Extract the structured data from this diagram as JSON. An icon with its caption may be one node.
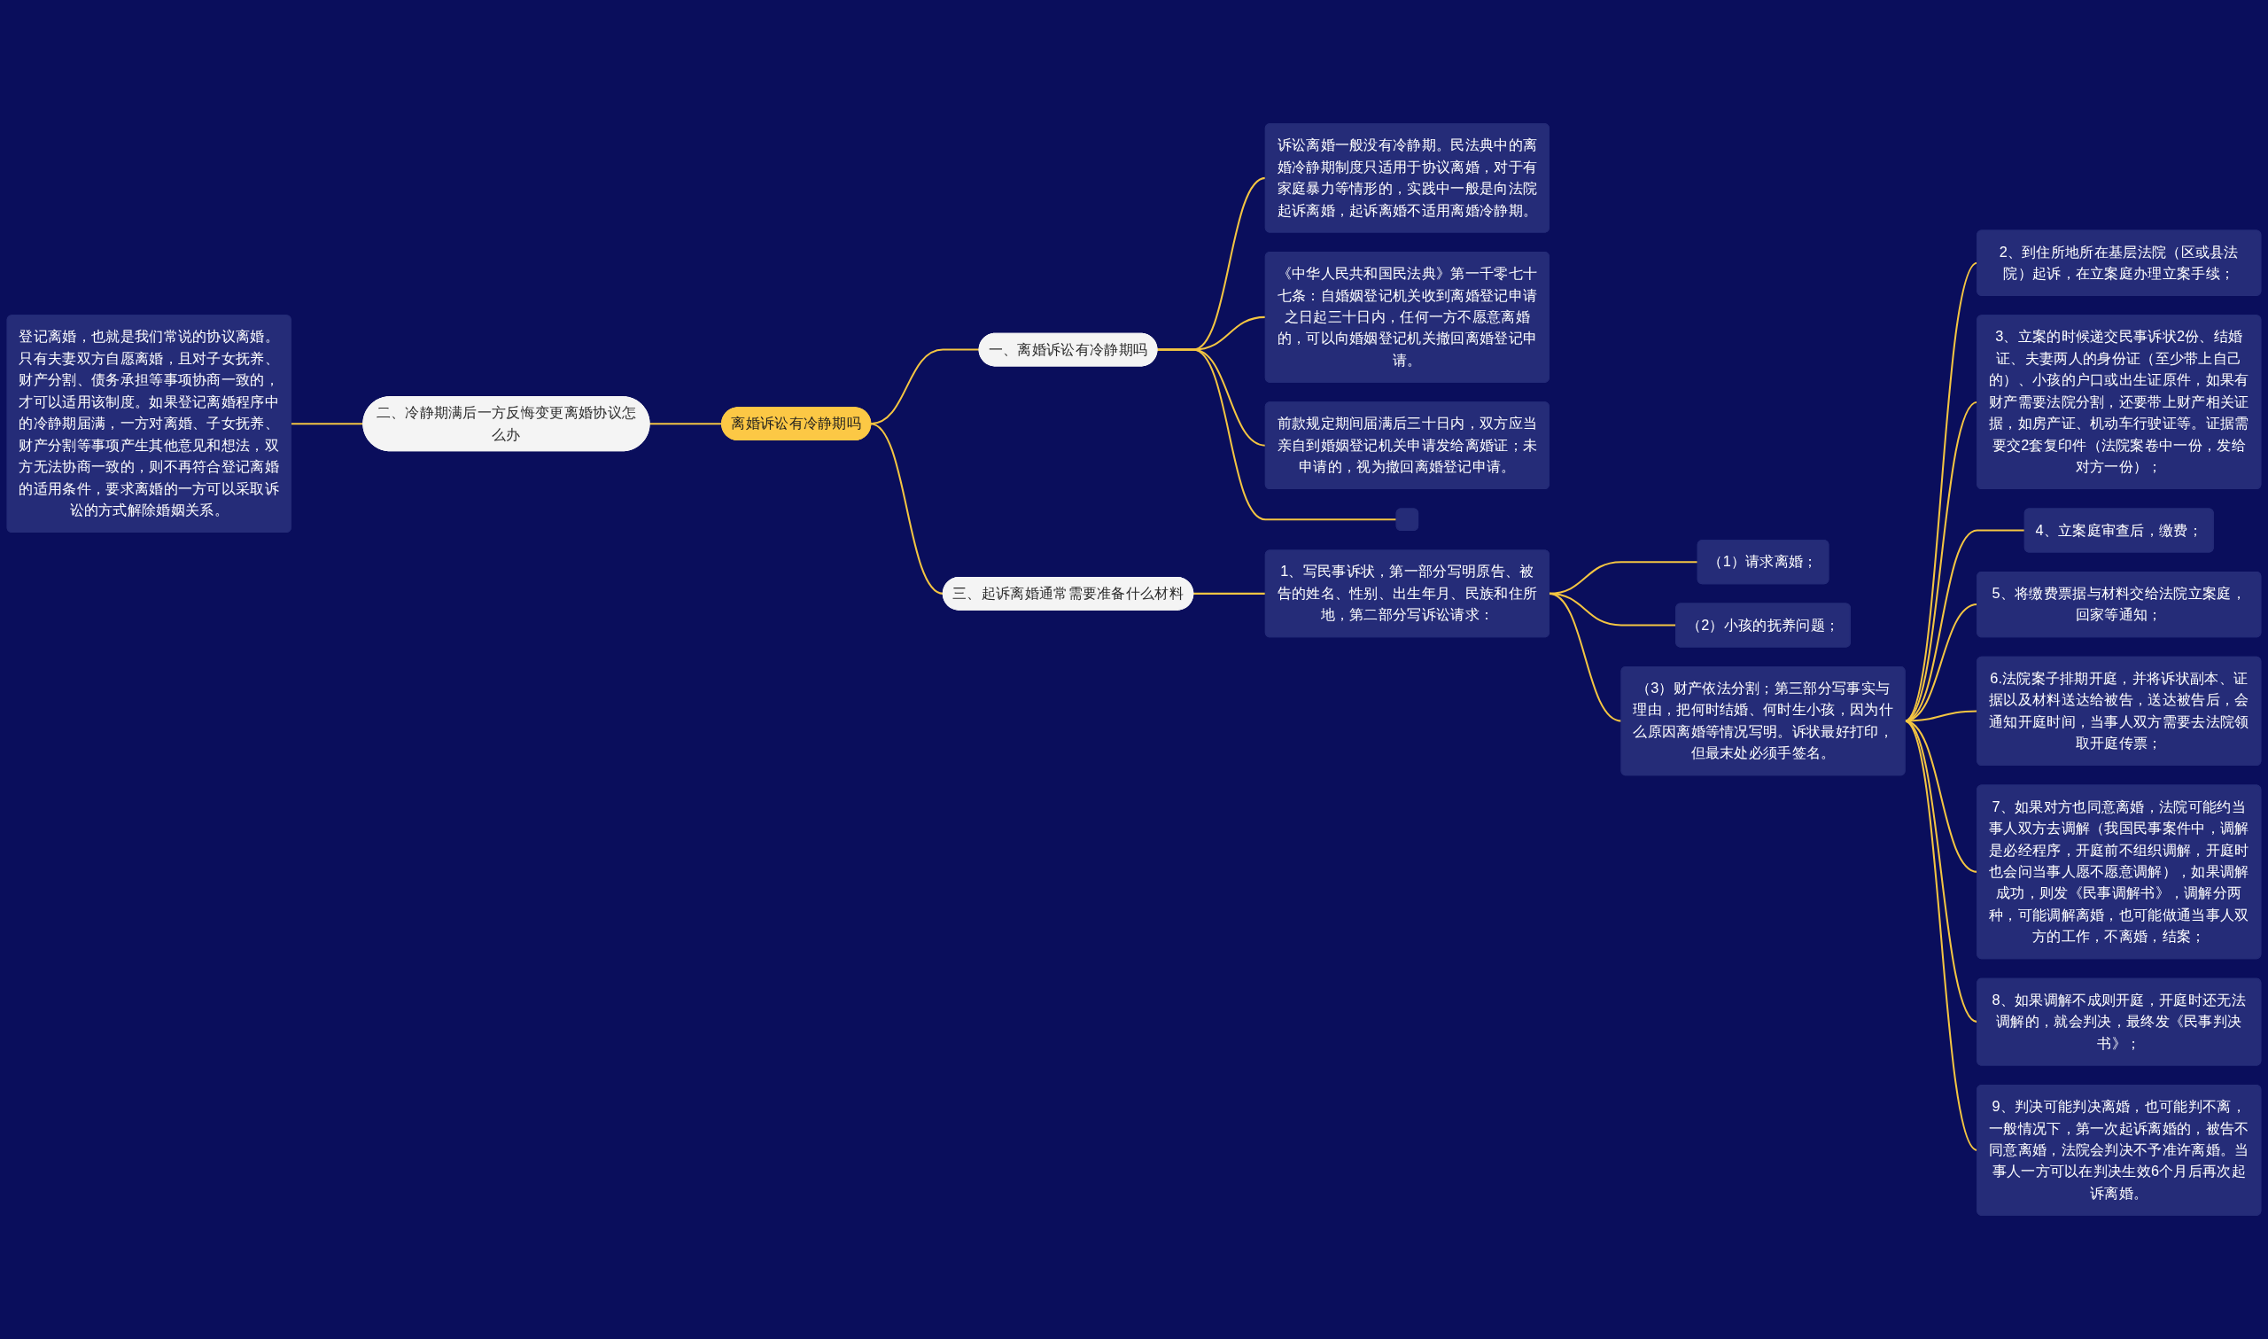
{
  "diagram": {
    "nodes": [
      {
        "text": [
          "离婚诉讼有冷静期吗"
        ]
      },
      {
        "text": [
          "一、离婚诉讼有冷静期吗"
        ]
      },
      {
        "text": [
          "诉讼离婚一般没有冷静期。民法典中的离婚冷静期制度只适用于协议离婚，对于有家庭暴力等情形的，实践中一般是向法院起诉离婚，起诉离婚不适用离婚冷静期。"
        ]
      },
      {
        "text": [
          "《中华人民共和国民法典》第一千零七十七条：自婚姻登记机关收到离婚登记申请之日起三十日内，任何一方不愿意离婚的，可以向婚姻登记机关撤回离婚登记申请。"
        ]
      },
      {
        "text": [
          "前款规定期间届满后三十日内，双方应当亲自到婚姻登记机关申请发给离婚证；未申请的，视为撤回离婚登记申请。"
        ]
      },
      {
        "text": [],
        "shape": "box"
      },
      {
        "text": [
          "二、冷静期满后一方反悔变更离婚协议怎么办"
        ]
      },
      {
        "text": [
          "登记离婚，也就是我们常说的协议离婚。只有夫妻双方自愿离婚，且对子女抚养、财产分割、债务承担等事项协商一致的，才可以适用该制度。如果登记离婚程序中的冷静期届满，一方对离婚、子女抚养、财产分割等事项产生其他意见和想法，双方无法协商一致的，则不再符合登记离婚的适用条件，要求离婚的一方可以采取诉讼的方式解除婚姻关系。"
        ]
      },
      {
        "text": [
          "三、起诉离婚通常需要准备什么材料"
        ]
      },
      {
        "text": [
          "1、写民事诉状，第一部分写明原告、被告的姓名、性别、出生年月、民族和住所地，第二部分写诉讼请求："
        ]
      },
      {
        "text": [
          "（1）请求离婚；"
        ]
      },
      {
        "text": [
          "（2）小孩的抚养问题；"
        ]
      },
      {
        "text": [
          "（3）财产依法分割；第三部分写事实与理由，把何时结婚、何时生小孩，因为什么原因离婚等情况写明。诉状最好打印，但最末处必须手签名。"
        ]
      },
      {
        "text": [
          "2、到住所地所在基层法院（区或县法院）起诉，在立案庭办理立案手续；"
        ]
      },
      {
        "text": [
          "3、立案的时候递交民事诉状2份、结婚证、夫妻两人的身份证（至少带上自己的）、小孩的户口或出生证原件，如果有财产需要法院分割，还要带上财产相关证据，如房产证、机动车行驶证等。证据需要交2套复印件（法院案卷中一份，发给对方一份）；"
        ]
      },
      {
        "text": [
          "4、立案庭审查后，缴费；"
        ]
      },
      {
        "text": [
          "5、将缴费票据与材料交给法院立案庭，回家等通知；"
        ]
      },
      {
        "text": [
          "6.法院案子排期开庭，并将诉状副本、证据以及材料送达给被告，送达被告后，会通知开庭时间，当事人双方需要去法院领取开庭传票；"
        ]
      },
      {
        "text": [
          "7、如果对方也同意离婚，法院可能约当事人双方去调解（我国民事案件中，调解是必经程序，开庭前不组织调解，开庭时也会问当事人愿不愿意调解），如果调解成功，则发《民事调解书》，调解分两种，可能调解离婚，也可能做通当事人双方的工作，不离婚，结案；"
        ]
      },
      {
        "text": [
          "8、如果调解不成则开庭，开庭时还无法调解的，就会判决，最终发《民事判决书》；"
        ]
      },
      {
        "text": [
          "9、判决可能判决离婚，也可能判不离，一般情况下，第一次起诉离婚的，被告不同意离婚，法院会判决不予准许离婚。当事人一方可以在判决生效6个月后再次起诉离婚。"
        ]
      }
    ],
    "edges": [
      {
        "from": 0,
        "to": 1,
        "arrow": "none"
      },
      {
        "from": 1,
        "to": 2,
        "arrow": "none"
      },
      {
        "from": 1,
        "to": 3,
        "arrow": "none"
      },
      {
        "from": 1,
        "to": 4,
        "arrow": "none"
      },
      {
        "from": 1,
        "to": 5,
        "arrow": "none"
      },
      {
        "from": 6,
        "to": 0,
        "arrow": "none"
      },
      {
        "from": 7,
        "to": 6,
        "arrow": "none"
      },
      {
        "from": 0,
        "to": 8,
        "arrow": "none"
      },
      {
        "from": 8,
        "to": 9,
        "arrow": "none"
      },
      {
        "from": 9,
        "to": 10,
        "arrow": "none"
      },
      {
        "from": 9,
        "to": 11,
        "arrow": "none"
      },
      {
        "from": 9,
        "to": 12,
        "arrow": "none"
      },
      {
        "from": 12,
        "to": 13,
        "arrow": "none"
      },
      {
        "from": 12,
        "to": 14,
        "arrow": "none"
      },
      {
        "from": 12,
        "to": 15,
        "arrow": "none"
      },
      {
        "from": 12,
        "to": 16,
        "arrow": "none"
      },
      {
        "from": 12,
        "to": 17,
        "arrow": "none"
      },
      {
        "from": 12,
        "to": 18,
        "arrow": "none"
      },
      {
        "from": 12,
        "to": 19,
        "arrow": "none"
      },
      {
        "from": 12,
        "to": 20,
        "arrow": "none"
      }
    ]
  }
}
